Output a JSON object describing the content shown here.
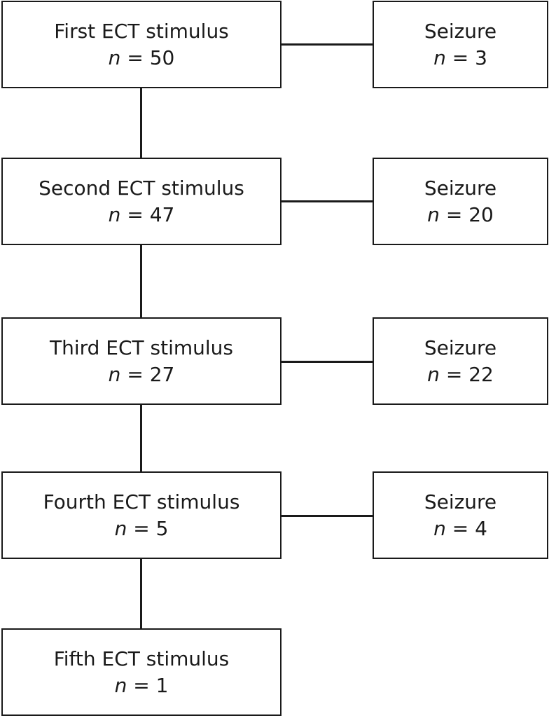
{
  "stimuli": [
    {
      "label": "First ECT stimulus",
      "n_prefix": "n",
      "n_value": "= 50"
    },
    {
      "label": "Second ECT stimulus",
      "n_prefix": "n",
      "n_value": "= 47"
    },
    {
      "label": "Third ECT stimulus",
      "n_prefix": "n",
      "n_value": "= 27"
    },
    {
      "label": "Fourth ECT stimulus",
      "n_prefix": "n",
      "n_value": "= 5"
    },
    {
      "label": "Fifth ECT stimulus",
      "n_prefix": "n",
      "n_value": "= 1"
    }
  ],
  "seizures": [
    {
      "label": "Seizure",
      "n_prefix": "n",
      "n_value": "= 3"
    },
    {
      "label": "Seizure",
      "n_prefix": "n",
      "n_value": "= 20"
    },
    {
      "label": "Seizure",
      "n_prefix": "n",
      "n_value": "= 22"
    },
    {
      "label": "Seizure",
      "n_prefix": "n",
      "n_value": "= 4"
    }
  ]
}
